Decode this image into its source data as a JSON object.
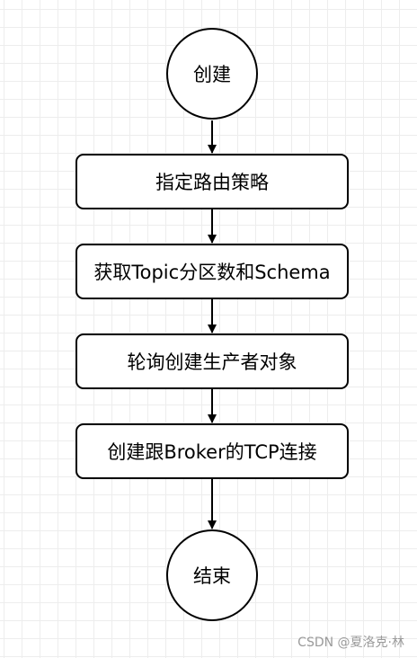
{
  "diagram": {
    "nodes": [
      {
        "id": "start",
        "shape": "circle",
        "label": "创建"
      },
      {
        "id": "step1",
        "shape": "rounded-rect",
        "label": "指定路由策略"
      },
      {
        "id": "step2",
        "shape": "rounded-rect",
        "label": "获取Topic分区数和Schema"
      },
      {
        "id": "step3",
        "shape": "rounded-rect",
        "label": "轮询创建生产者对象"
      },
      {
        "id": "step4",
        "shape": "rounded-rect",
        "label": "创建跟Broker的TCP连接"
      },
      {
        "id": "end",
        "shape": "circle",
        "label": "结束"
      }
    ],
    "edges": [
      {
        "from": "start",
        "to": "step1"
      },
      {
        "from": "step1",
        "to": "step2"
      },
      {
        "from": "step2",
        "to": "step3"
      },
      {
        "from": "step3",
        "to": "step4"
      },
      {
        "from": "step4",
        "to": "end"
      }
    ]
  },
  "watermark": "CSDN @夏洛克·林",
  "colors": {
    "stroke": "#000000",
    "fill": "#ffffff",
    "grid": "#ededed",
    "watermark": "#9a9a9a"
  }
}
